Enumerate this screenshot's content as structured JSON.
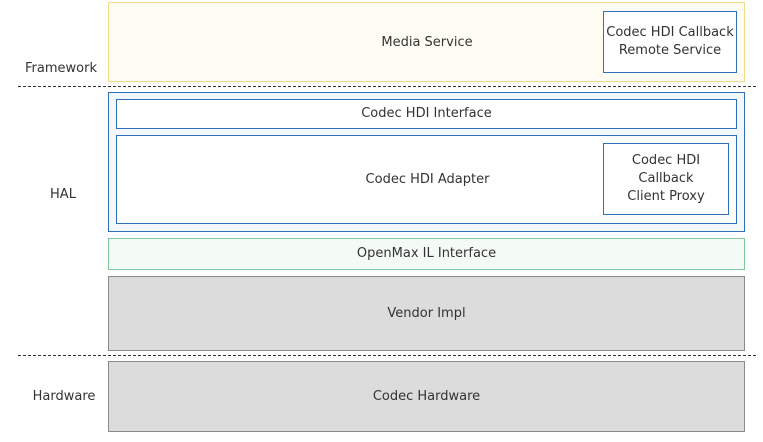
{
  "layers": {
    "framework": "Framework",
    "hal": "HAL",
    "hardware": "Hardware"
  },
  "blocks": {
    "media_service": "Media Service",
    "callback_remote_service": [
      "Codec HDI Callback",
      "Remote Service"
    ],
    "hdi_interface": "Codec HDI Interface",
    "hdi_adapter": "Codec HDI Adapter",
    "callback_client_proxy": [
      "Codec HDI Callback",
      "Client Proxy"
    ],
    "openmax_interface": "OpenMax IL Interface",
    "vendor_impl": "Vendor Impl",
    "codec_hardware": "Codec Hardware"
  },
  "colors": {
    "framework_border": "#f2d98a",
    "framework_fill": "#fffdf3",
    "hal_border": "#2e6fb7",
    "hal_fill": "#f3f8fd",
    "openmax_border": "#7fc79a",
    "openmax_fill": "#f4fbf6",
    "vendor_border": "#8a8a8a",
    "vendor_fill": "#dcdcdc"
  }
}
